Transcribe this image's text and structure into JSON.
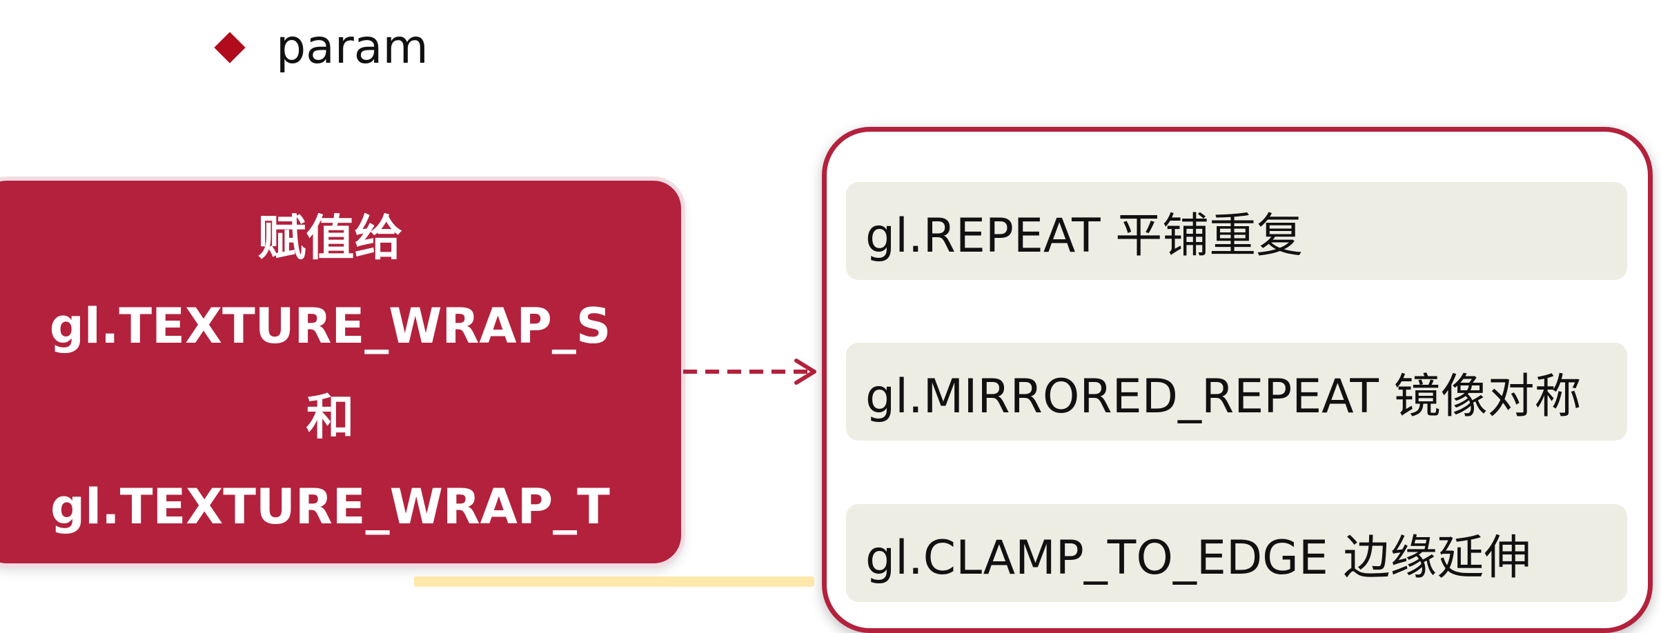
{
  "heading": {
    "icon": "diamond-bullet-icon",
    "text": "param"
  },
  "source_box": {
    "line1": "赋值给",
    "line2": "gl.TEXTURE_WRAP_S",
    "line3": "和",
    "line4": "gl.TEXTURE_WRAP_T"
  },
  "options": [
    {
      "label": "gl.REPEAT 平铺重复"
    },
    {
      "label": "gl.MIRRORED_REPEAT 镜像对称"
    },
    {
      "label": "gl.CLAMP_TO_EDGE 边缘延伸"
    }
  ],
  "colors": {
    "accent": "#b3213d",
    "bullet": "#b00c1c",
    "option_bg": "#eeede3",
    "text": "#111111"
  }
}
